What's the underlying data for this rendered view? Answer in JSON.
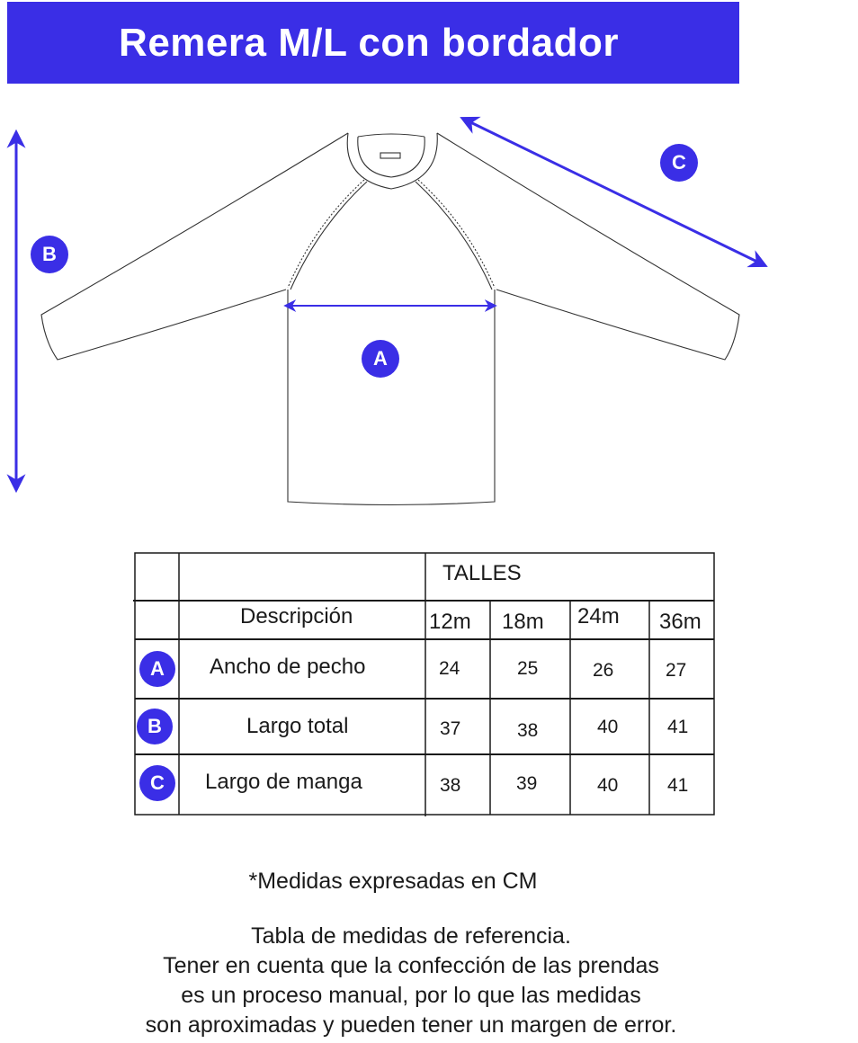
{
  "title": "Remera M/L con bordador",
  "colors": {
    "accent": "#3a2ee6",
    "line": "#1a1a1a"
  },
  "measure_labels": {
    "a": "A",
    "b": "B",
    "c": "C"
  },
  "table": {
    "group_header": "TALLES",
    "description_header": "Descripción",
    "sizes": [
      "12m",
      "18m",
      "24m",
      "36m"
    ],
    "rows": [
      {
        "badge": "A",
        "label": "Ancho de pecho",
        "values": [
          "24",
          "25",
          "26",
          "27"
        ]
      },
      {
        "badge": "B",
        "label": "Largo total",
        "values": [
          "37",
          "38",
          "40",
          "41"
        ]
      },
      {
        "badge": "C",
        "label": "Largo de manga",
        "values": [
          "38",
          "39",
          "40",
          "41"
        ]
      }
    ]
  },
  "note": "*Medidas expresadas en CM",
  "footer": [
    "Tabla de medidas de referencia.",
    "Tener en cuenta que la confección de las prendas",
    "es un proceso manual, por lo que las medidas",
    "son aproximadas y pueden tener un margen de error."
  ]
}
